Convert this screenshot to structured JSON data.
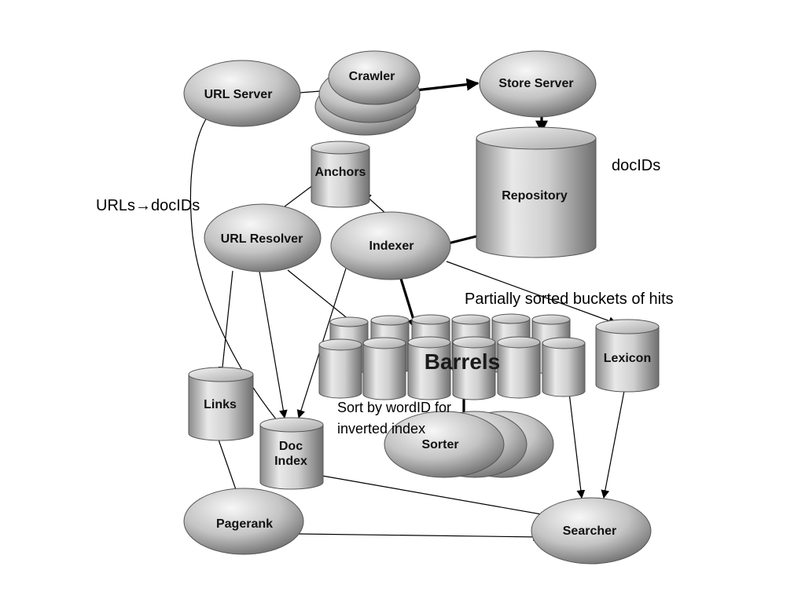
{
  "nodes": {
    "url_server": "URL Server",
    "crawler": "Crawler",
    "store_server": "Store Server",
    "anchors": "Anchors",
    "repository": "Repository",
    "url_resolver": "URL Resolver",
    "indexer": "Indexer",
    "barrels": "Barrels",
    "lexicon": "Lexicon",
    "links": "Links",
    "doc_index_line1": "Doc",
    "doc_index_line2": "Index",
    "sorter": "Sorter",
    "pagerank": "Pagerank",
    "searcher": "Searcher"
  },
  "annotations": {
    "docids": "docIDs",
    "urls_to_docids": "URLs→docIDs",
    "partially_sorted": "Partially sorted buckets of hits",
    "sort_line1": "Sort by wordID for",
    "sort_line2": "inverted index"
  },
  "colors": {
    "node_light": "#f2f2f2",
    "node_mid": "#bdbdbd",
    "node_dark": "#7a7a7a",
    "edge": "#000000"
  }
}
